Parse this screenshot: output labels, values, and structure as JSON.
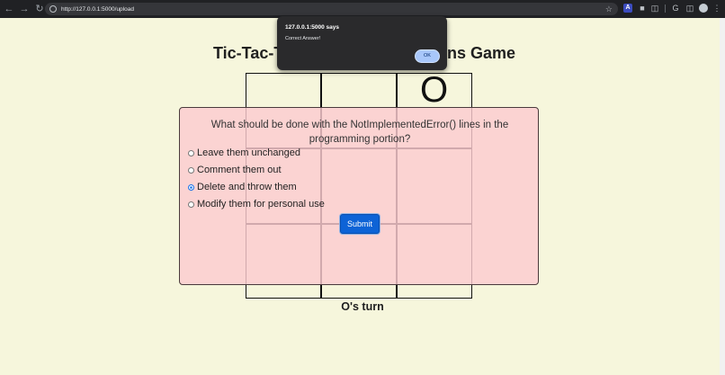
{
  "browser": {
    "url": "http://127.0.0.1:5000/upload",
    "icons": [
      "back-icon",
      "forward-icon",
      "reload-icon",
      "site-info-icon",
      "bookmark-star-icon",
      "extension-a-icon",
      "extensions-icon",
      "sidebar-icon",
      "profile-icon",
      "menu-icon"
    ]
  },
  "page": {
    "title_left": "Tic-Tac-To",
    "title_right": "ns Game",
    "board": [
      "",
      "",
      "O",
      "",
      "",
      "",
      "",
      "",
      ""
    ],
    "turn_text": "O's turn"
  },
  "question": {
    "text": "What should be done with the NotImplementedError() lines in the programming portion?",
    "options": [
      {
        "label": "Leave them unchanged",
        "checked": false
      },
      {
        "label": "Comment them out",
        "checked": false
      },
      {
        "label": "Delete and throw them",
        "checked": true
      },
      {
        "label": "Modify them for personal use",
        "checked": false
      }
    ],
    "submit_label": "Submit"
  },
  "alert": {
    "title": "127.0.0.1:5000 says",
    "message": "Correct Answer!",
    "ok_label": "OK"
  }
}
